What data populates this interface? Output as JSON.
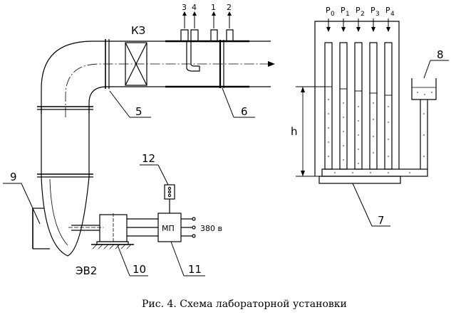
{
  "caption": "Рис. 4. Схема лабораторной установки",
  "labels": {
    "kz": "КЗ",
    "ev2": "ЭВ2",
    "mp": "МП",
    "voltage": "380 в",
    "h": "h",
    "n5": "5",
    "n6": "6",
    "n7": "7",
    "n8": "8",
    "n9": "9",
    "n10": "10",
    "n11": "11",
    "n12": "12"
  },
  "taps": [
    "3",
    "4",
    "1",
    "2"
  ],
  "pressures": [
    {
      "main": "P",
      "sub": "0"
    },
    {
      "main": "P",
      "sub": "1"
    },
    {
      "main": "P",
      "sub": "2"
    },
    {
      "main": "P",
      "sub": "3"
    },
    {
      "main": "P",
      "sub": "4"
    }
  ]
}
